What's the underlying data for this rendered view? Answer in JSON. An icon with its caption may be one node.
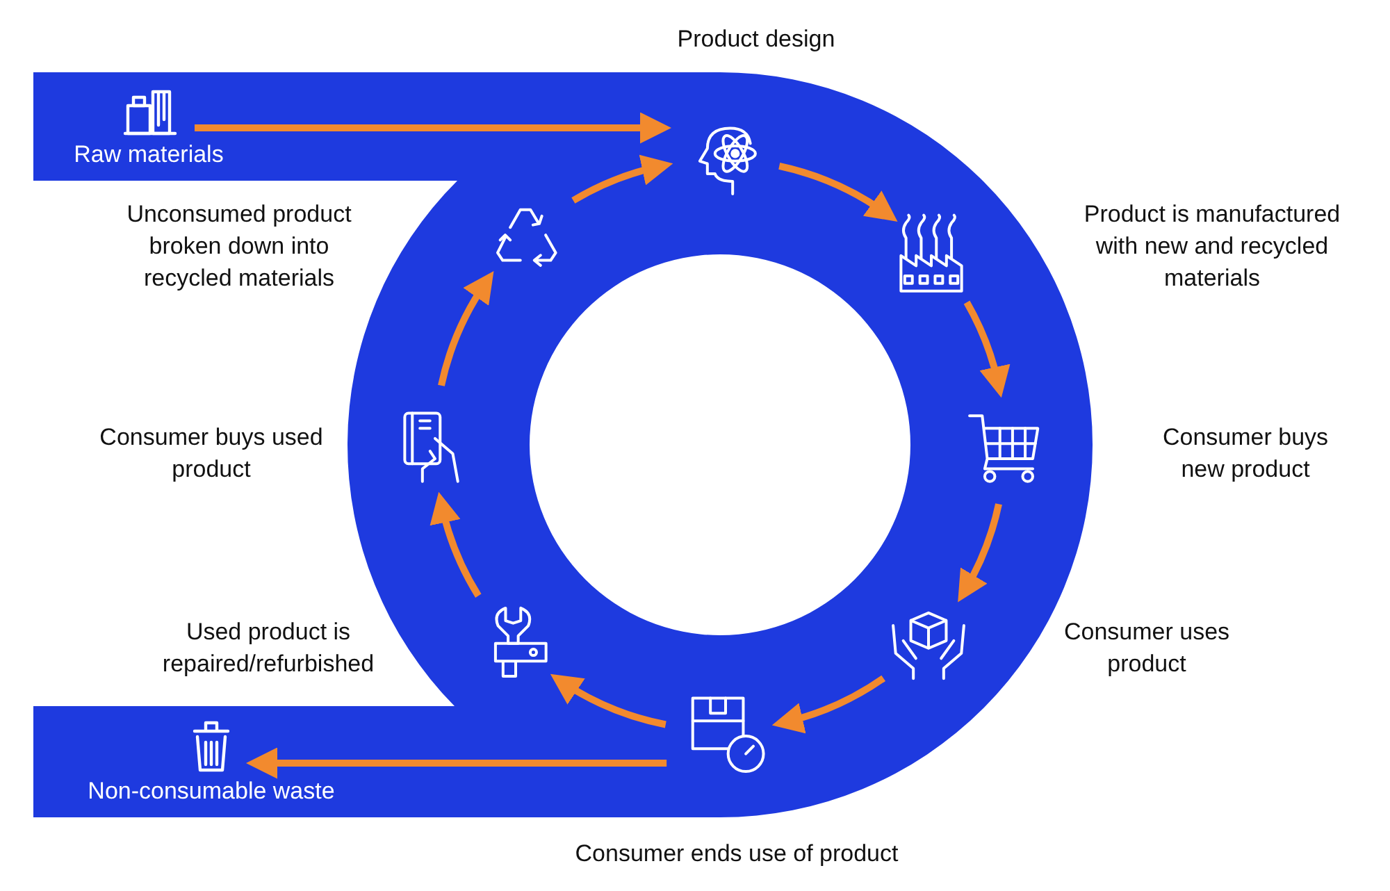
{
  "diagram": {
    "nodes": [
      {
        "text": [],
        "shape": "picture",
        "beside": [
          "Raw materials"
        ]
      },
      {
        "text": [],
        "shape": "picture",
        "beside": [
          "Product design"
        ]
      },
      {
        "text": [],
        "shape": "picture"
      },
      {
        "text": [],
        "shape": "picture"
      },
      {
        "text": [],
        "shape": "picture"
      },
      {
        "text": [],
        "shape": "picture",
        "beside": [
          "Consumer ends use of product"
        ]
      },
      {
        "text": [],
        "shape": "picture"
      },
      {
        "text": [],
        "shape": "picture",
        "beside": [
          "Consumer buys used product"
        ]
      },
      {
        "text": [],
        "shape": "picture"
      },
      {
        "text": [],
        "shape": "picture",
        "beside": [
          "Non-consumable waste"
        ]
      }
    ],
    "edges": [
      {
        "from": 0,
        "to": 1,
        "arrow": "to"
      },
      {
        "from": 1,
        "to": 2,
        "arrow": "to"
      },
      {
        "from": 2,
        "to": 3,
        "arrow": "to"
      },
      {
        "from": 3,
        "to": 4,
        "arrow": "to"
      },
      {
        "from": 4,
        "to": 5,
        "arrow": "to"
      },
      {
        "from": 5,
        "to": 6,
        "arrow": "to"
      },
      {
        "from": 6,
        "to": 7,
        "arrow": "to"
      },
      {
        "from": 7,
        "to": 8,
        "arrow": "to"
      },
      {
        "from": 8,
        "to": 1,
        "arrow": "to"
      },
      {
        "from": 5,
        "to": 9,
        "arrow": "to"
      }
    ],
    "labels": [
      "Unconsumed product broken down into recycled materials",
      "Product is manufactured with new and recycled materials",
      "Consumer buys new product",
      "Consumer uses product",
      "Used product is repaired/refurbished"
    ]
  }
}
